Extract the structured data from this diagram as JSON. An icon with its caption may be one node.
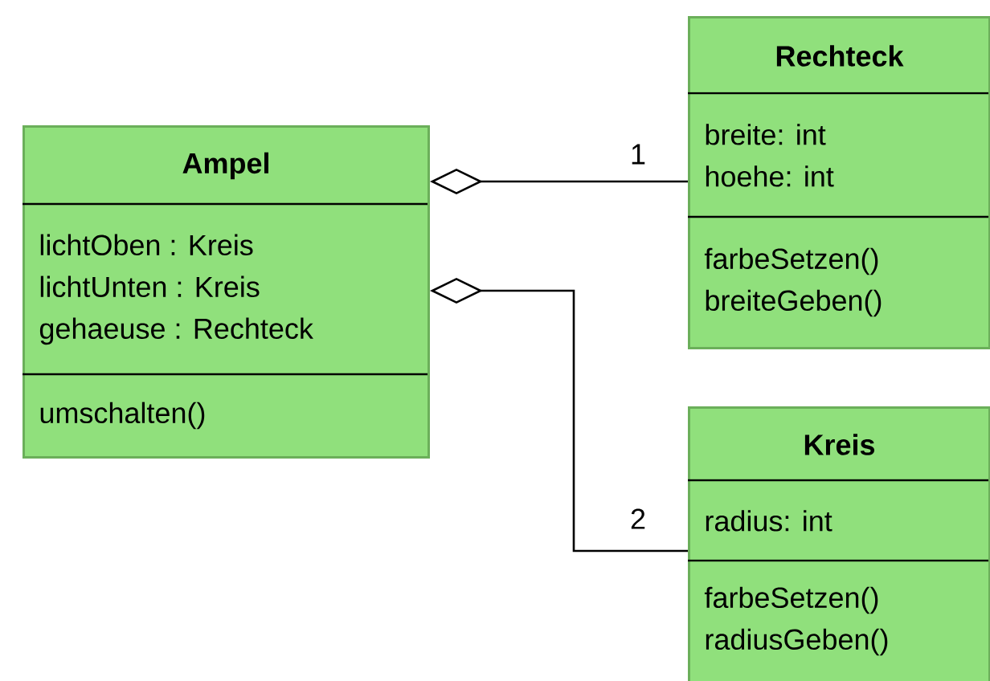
{
  "diagram": {
    "nodes": [
      {
        "text": [
          "Ampel"
        ]
      },
      {
        "text": [
          "lichtOben : Kreis",
          "lichtUnten : Kreis",
          "gehaeuse : Rechteck"
        ],
        "in": 0
      },
      {
        "text": [
          "umschalten()"
        ],
        "in": 0
      },
      {
        "text": [
          "Rechteck"
        ]
      },
      {
        "text": [
          "breite: int",
          "hoehe: int"
        ],
        "in": 3
      },
      {
        "text": [
          "farbeSetzen()",
          "breiteGeben()"
        ],
        "in": 3
      },
      {
        "text": [
          "Kreis"
        ]
      },
      {
        "text": [
          "radius: int"
        ],
        "in": 6
      },
      {
        "text": [
          "farbeSetzen()",
          "radiusGeben()"
        ],
        "in": 6
      }
    ],
    "edges": [
      {
        "from": 0,
        "to": 3,
        "arrow": "other",
        "label": "1"
      },
      {
        "from": 0,
        "to": 6,
        "arrow": "other",
        "label": "2"
      }
    ]
  }
}
